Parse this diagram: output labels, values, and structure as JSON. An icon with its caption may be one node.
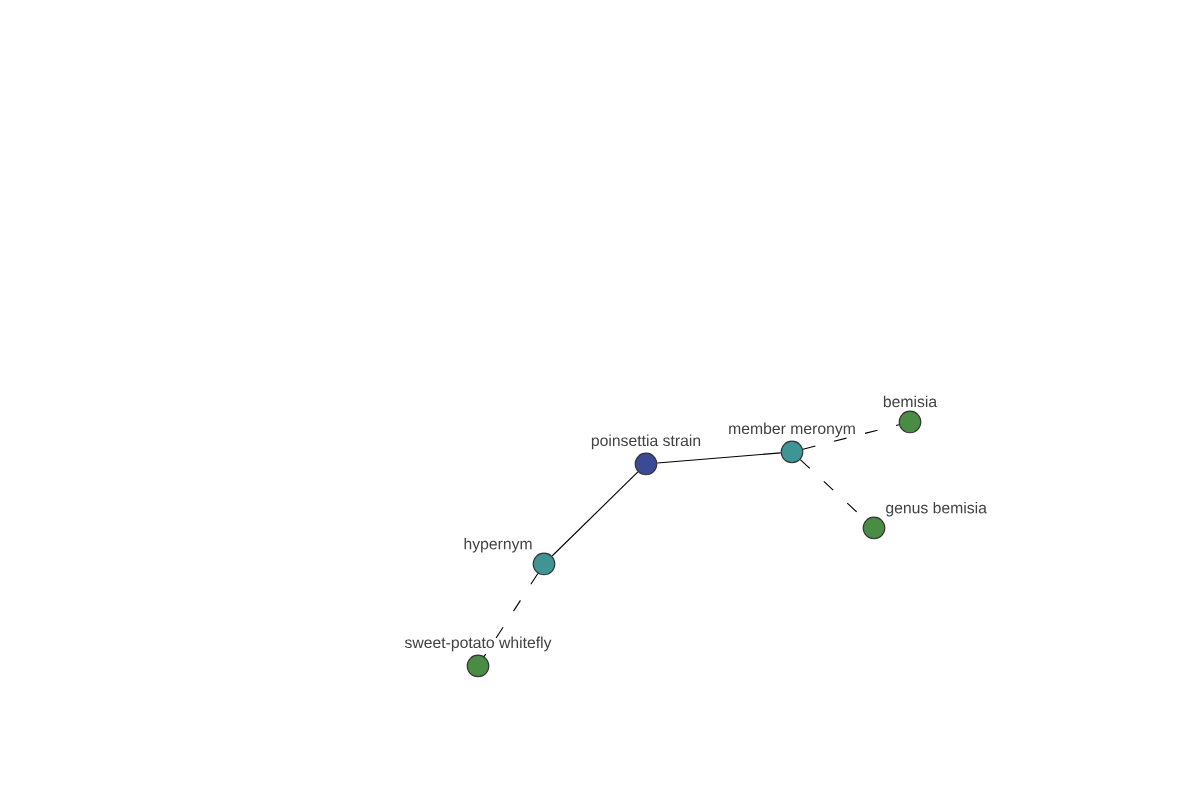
{
  "diagram": {
    "nodes": [
      {
        "text": [
          "poinsettia strain"
        ]
      },
      {
        "text": [
          "member meronym"
        ]
      },
      {
        "text": [
          "bemisia"
        ]
      },
      {
        "text": [
          "genus bemisia"
        ]
      },
      {
        "text": [
          "hypernym"
        ]
      },
      {
        "text": [
          "sweet-potato whitefly"
        ]
      }
    ],
    "edges": [
      {
        "from": 0,
        "to": 1,
        "arrow": "none"
      },
      {
        "from": 0,
        "to": 4,
        "arrow": "none"
      },
      {
        "from": 1,
        "to": 2,
        "arrow": "none",
        "style": "dashed"
      },
      {
        "from": 1,
        "to": 3,
        "arrow": "none",
        "style": "dashed"
      },
      {
        "from": 4,
        "to": 5,
        "arrow": "none",
        "style": "dashed"
      }
    ]
  }
}
